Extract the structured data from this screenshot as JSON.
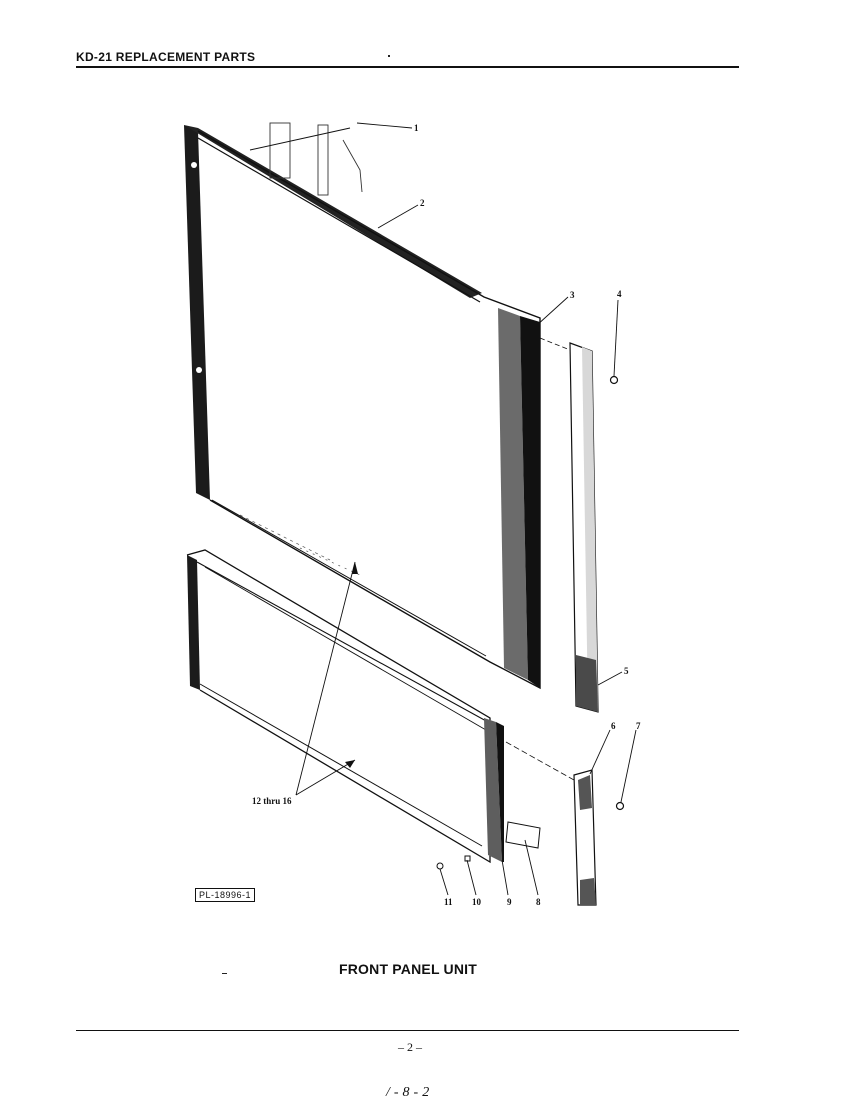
{
  "header": {
    "title": "KD-21 REPLACEMENT PARTS"
  },
  "diagram": {
    "callouts": [
      "1",
      "2",
      "3",
      "4",
      "5",
      "6",
      "7",
      "8",
      "9",
      "10",
      "11",
      "12 thru 16"
    ],
    "plate_label": "PL-18996-1"
  },
  "caption": "FRONT PANEL UNIT",
  "footer": {
    "page_number": "– 2 –",
    "scrawl": "/-8-2"
  }
}
